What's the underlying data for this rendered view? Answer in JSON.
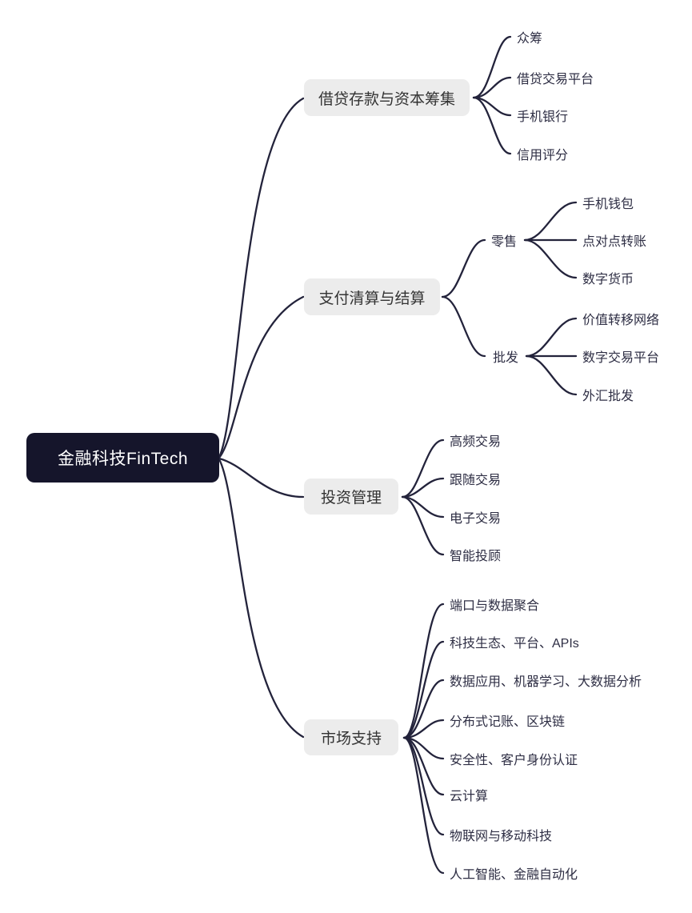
{
  "colors": {
    "background": "#ffffff",
    "line": "#23233b",
    "root_bg": "#15152b",
    "root_text": "#ffffff",
    "branch_bg": "#ececec",
    "branch_text": "#333333",
    "leaf_text": "#2e2e44"
  },
  "mindmap": {
    "root": {
      "label": "金融科技FinTech"
    },
    "branches": [
      {
        "label": "借贷存款与资本筹集",
        "children": [
          {
            "label": "众筹"
          },
          {
            "label": "借贷交易平台"
          },
          {
            "label": "手机银行"
          },
          {
            "label": "信用评分"
          }
        ]
      },
      {
        "label": "支付清算与结算",
        "children": [
          {
            "label": "零售",
            "children": [
              {
                "label": "手机钱包"
              },
              {
                "label": "点对点转账"
              },
              {
                "label": "数字货币"
              }
            ]
          },
          {
            "label": "批发",
            "children": [
              {
                "label": "价值转移网络"
              },
              {
                "label": "数字交易平台"
              },
              {
                "label": "外汇批发"
              }
            ]
          }
        ]
      },
      {
        "label": "投资管理",
        "children": [
          {
            "label": "高频交易"
          },
          {
            "label": "跟随交易"
          },
          {
            "label": "电子交易"
          },
          {
            "label": "智能投顾"
          }
        ]
      },
      {
        "label": "市场支持",
        "children": [
          {
            "label": "端口与数据聚合"
          },
          {
            "label": "科技生态、平台、APIs"
          },
          {
            "label": "数据应用、机器学习、大数据分析"
          },
          {
            "label": "分布式记账、区块链"
          },
          {
            "label": "安全性、客户身份认证"
          },
          {
            "label": "云计算"
          },
          {
            "label": "物联网与移动科技"
          },
          {
            "label": "人工智能、金融自动化"
          }
        ]
      }
    ]
  }
}
